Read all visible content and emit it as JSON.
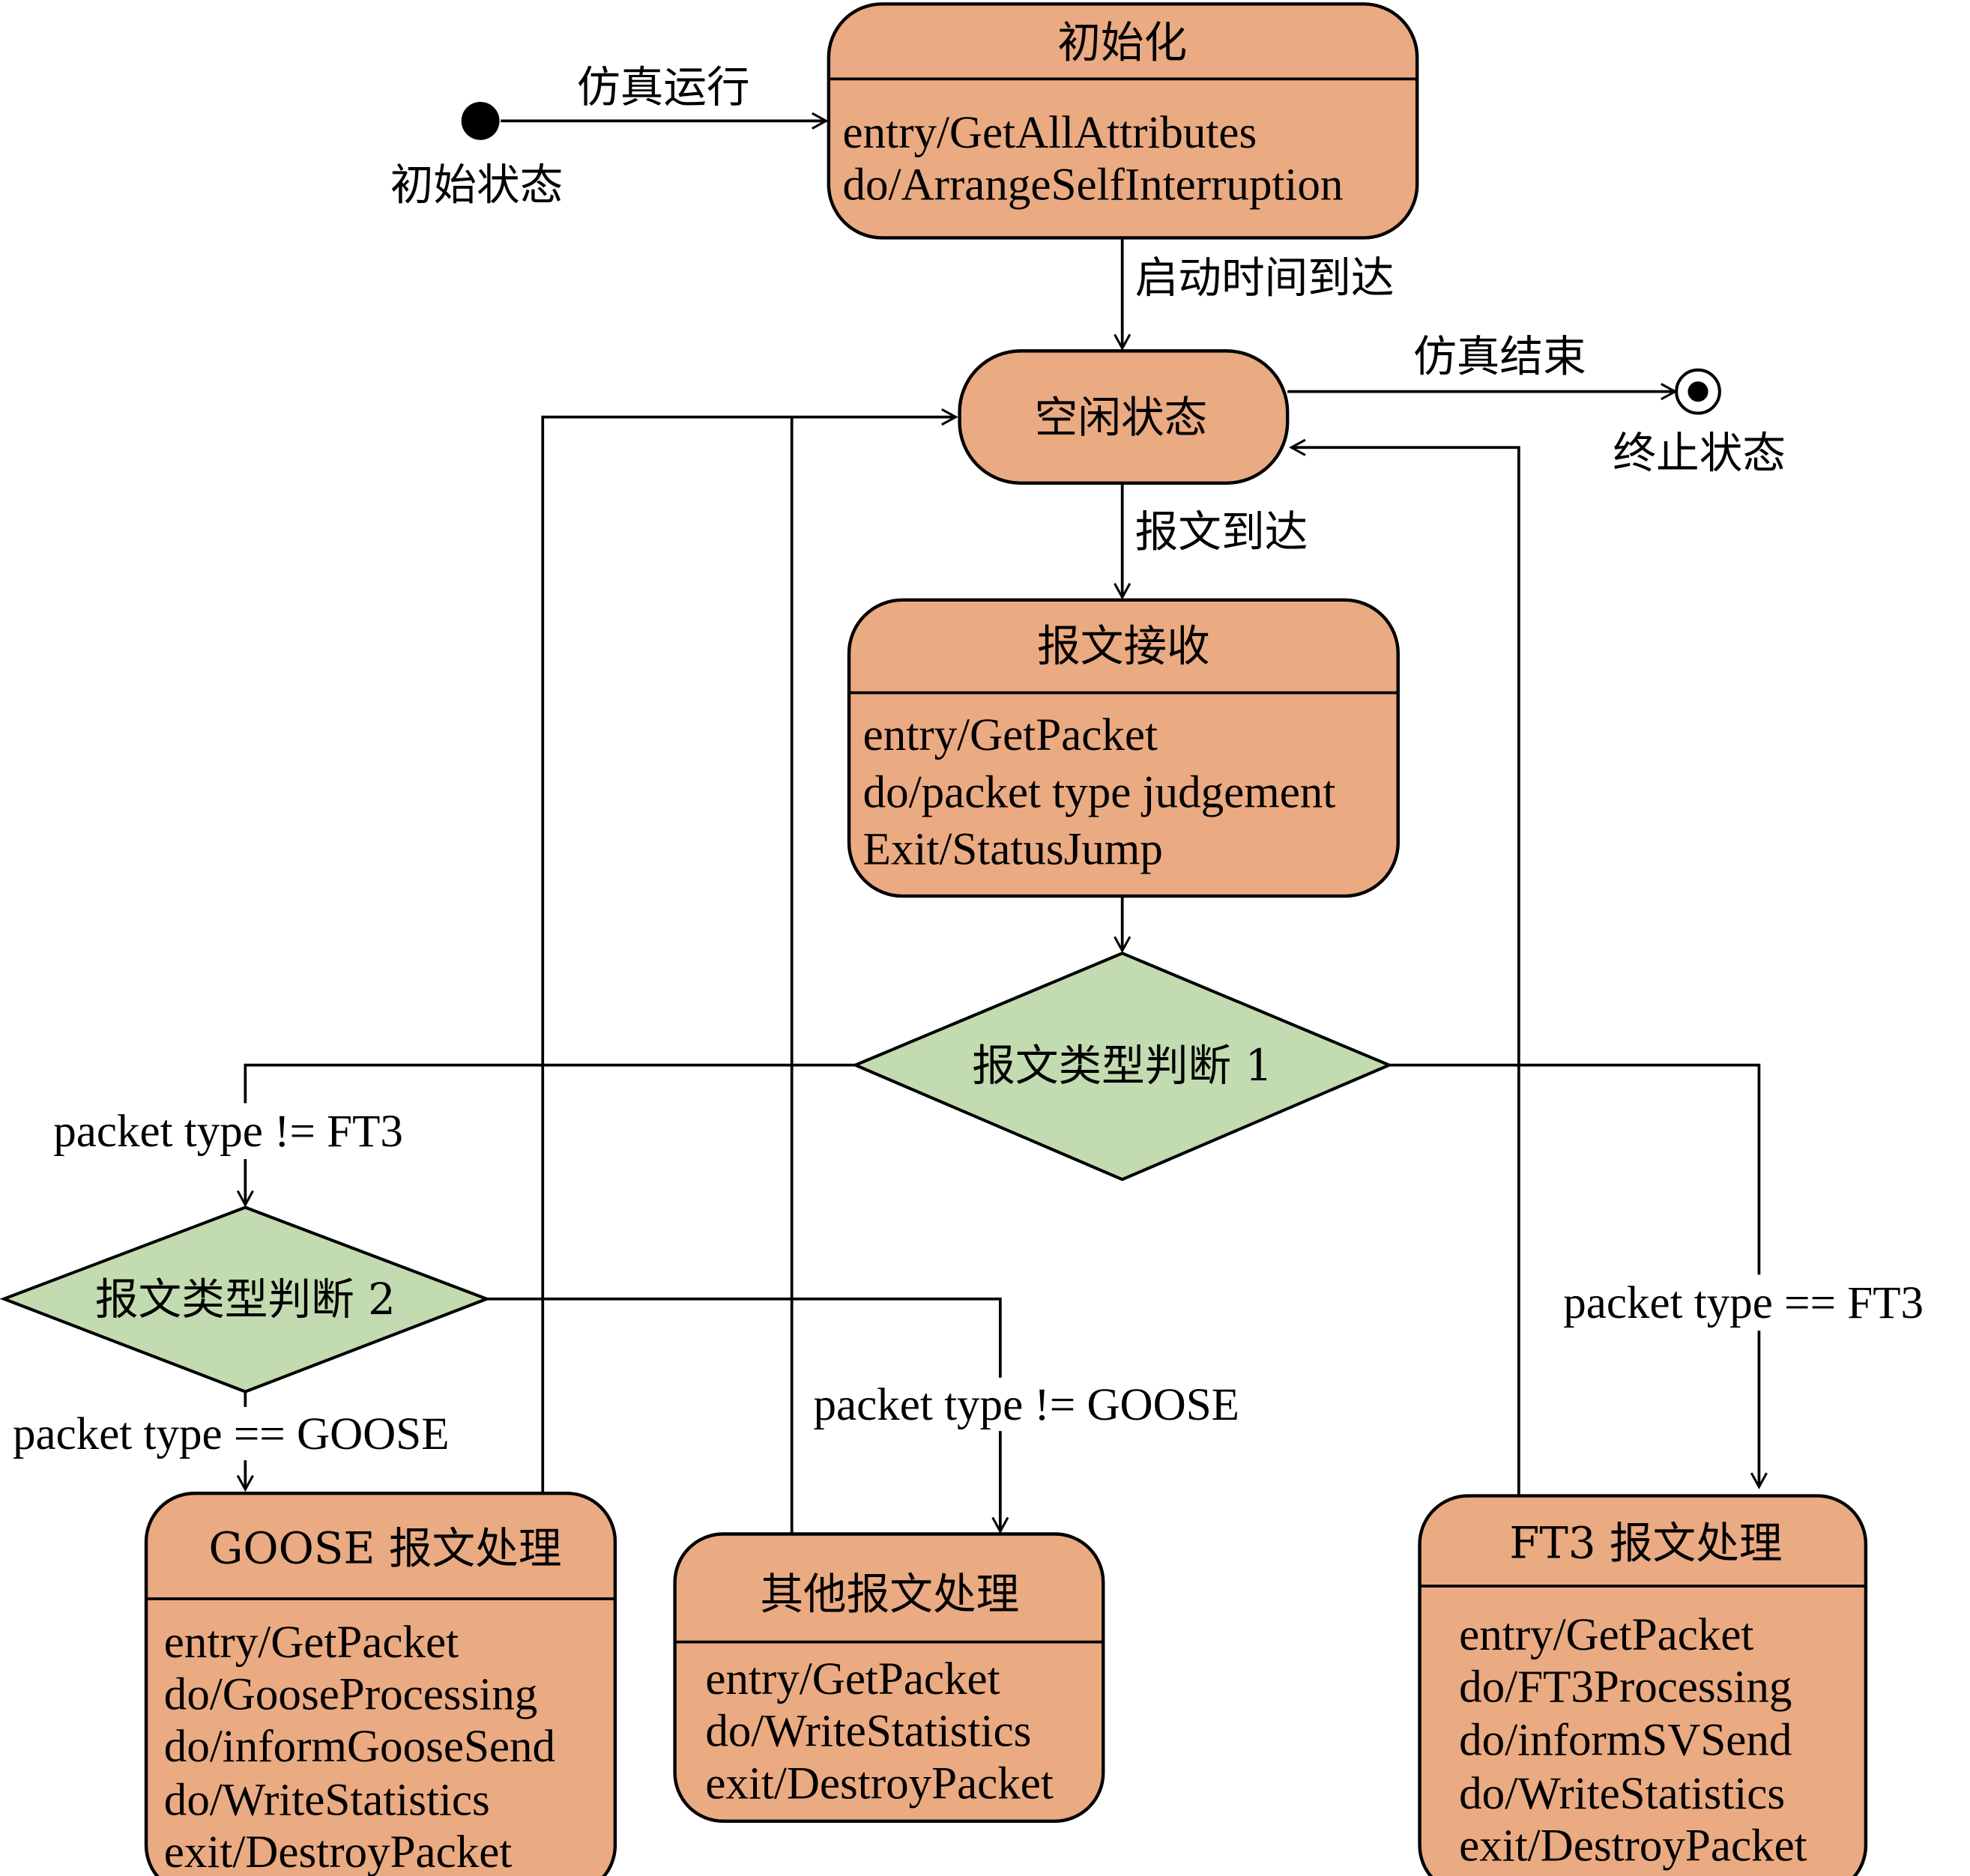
{
  "diagram": {
    "initial": {
      "label": "初始状态"
    },
    "final": {
      "label": "终止状态"
    },
    "states": {
      "init": {
        "title": "初始化",
        "actions": [
          "entry/GetAllAttributes",
          "do/ArrangeSelfInterruption"
        ]
      },
      "idle": {
        "title": "空闲状态"
      },
      "receive": {
        "title": "报文接收",
        "actions": [
          "entry/GetPacket",
          "do/packet type judgement",
          "Exit/StatusJump"
        ]
      },
      "goose": {
        "title": "GOOSE 报文处理",
        "actions": [
          "entry/GetPacket",
          "do/GooseProcessing",
          "do/informGooseSend",
          "do/WriteStatistics",
          "exit/DestroyPacket"
        ]
      },
      "other": {
        "title": "其他报文处理",
        "actions": [
          "entry/GetPacket",
          "do/WriteStatistics",
          "exit/DestroyPacket"
        ]
      },
      "ft3": {
        "title": "FT3 报文处理",
        "actions": [
          "entry/GetPacket",
          "do/FT3Processing",
          "do/informSVSend",
          "do/WriteStatistics",
          "exit/DestroyPacket"
        ]
      }
    },
    "decisions": {
      "d1": {
        "label": "报文类型判断 1"
      },
      "d2": {
        "label": "报文类型判断 2"
      }
    },
    "transitions": {
      "start": "仿真运行",
      "startup": "启动时间到达",
      "end": "仿真结束",
      "arrive": "报文到达",
      "not_ft3": "packet type != FT3",
      "is_ft3": "packet type == FT3",
      "is_goose": "packet type == GOOSE",
      "not_goose": "packet type != GOOSE"
    },
    "colors": {
      "state_fill": "#eaaa82",
      "decision_fill": "#c2dbb0",
      "line": "#000000"
    }
  }
}
